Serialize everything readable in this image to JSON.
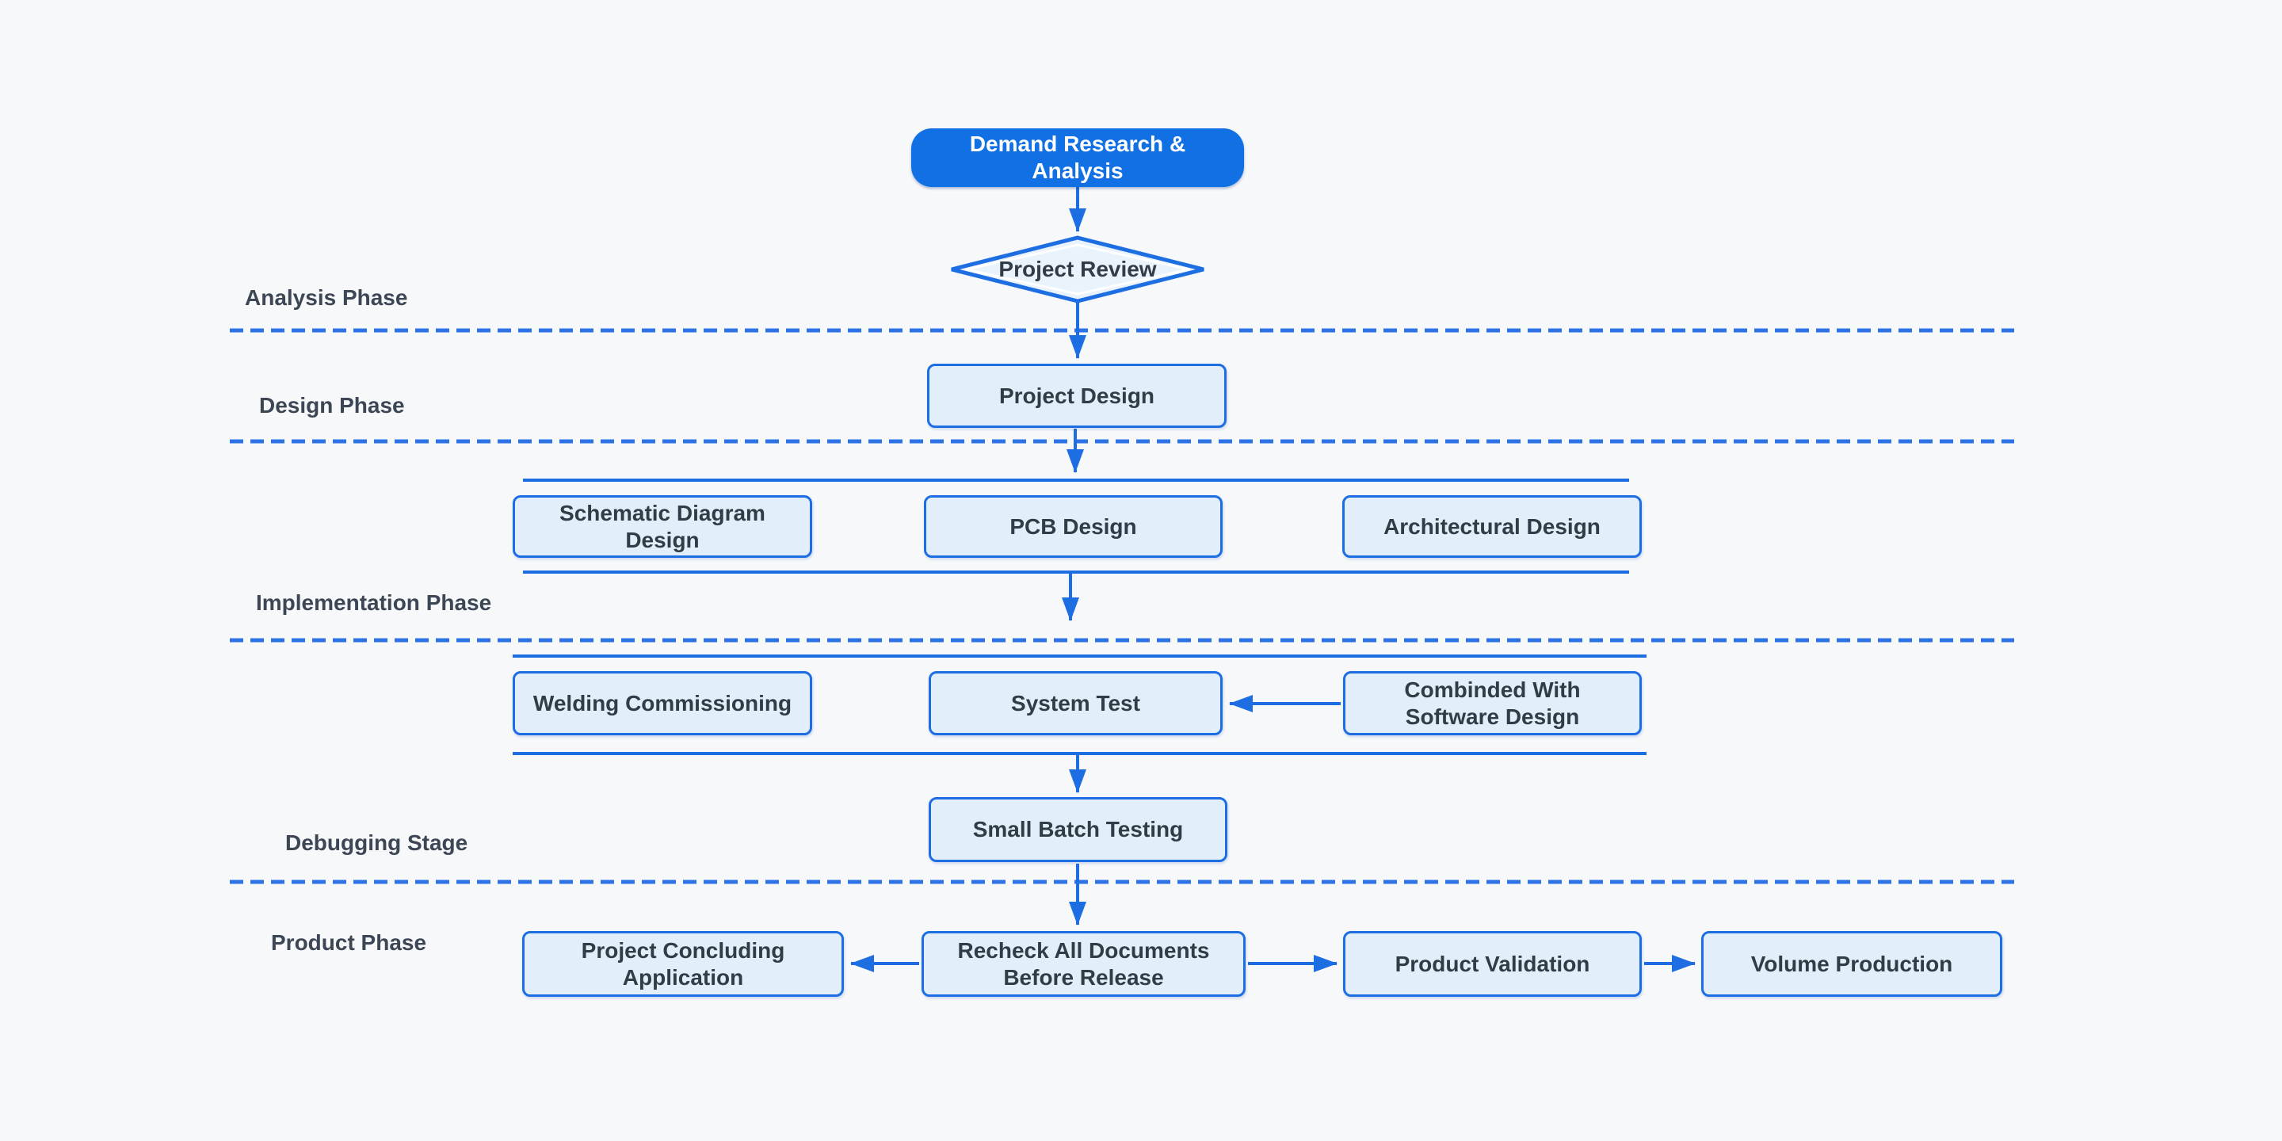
{
  "colors": {
    "background": "#f7f8fa",
    "accent": "#1e6ee3",
    "dash_line": "#2d73e6",
    "start_fill": "#1170e3",
    "start_text": "#ffffff",
    "node_fill": "#e2eefa",
    "diamond_fill": "#e9f3fc",
    "node_text": "#323c46",
    "phase_label_text": "#3d4654"
  },
  "phases": {
    "analysis": "Analysis Phase",
    "design": "Design Phase",
    "implementation": "Implementation Phase",
    "debugging": "Debugging Stage",
    "product": "Product Phase"
  },
  "nodes": {
    "start": "Demand Research & Analysis",
    "decision": "Project Review",
    "project_design": "Project Design",
    "schematic": "Schematic Diagram Design",
    "pcb": "PCB Design",
    "architectural": "Architectural Design",
    "welding": "Welding Commissioning",
    "system_test": "System Test",
    "combinded": "Combinded With Software Design",
    "small_batch": "Small Batch Testing",
    "concluding": "Project Concluding Application",
    "recheck": "Recheck All Documents Before Release",
    "validation": "Product Validation",
    "volume": "Volume Production"
  }
}
